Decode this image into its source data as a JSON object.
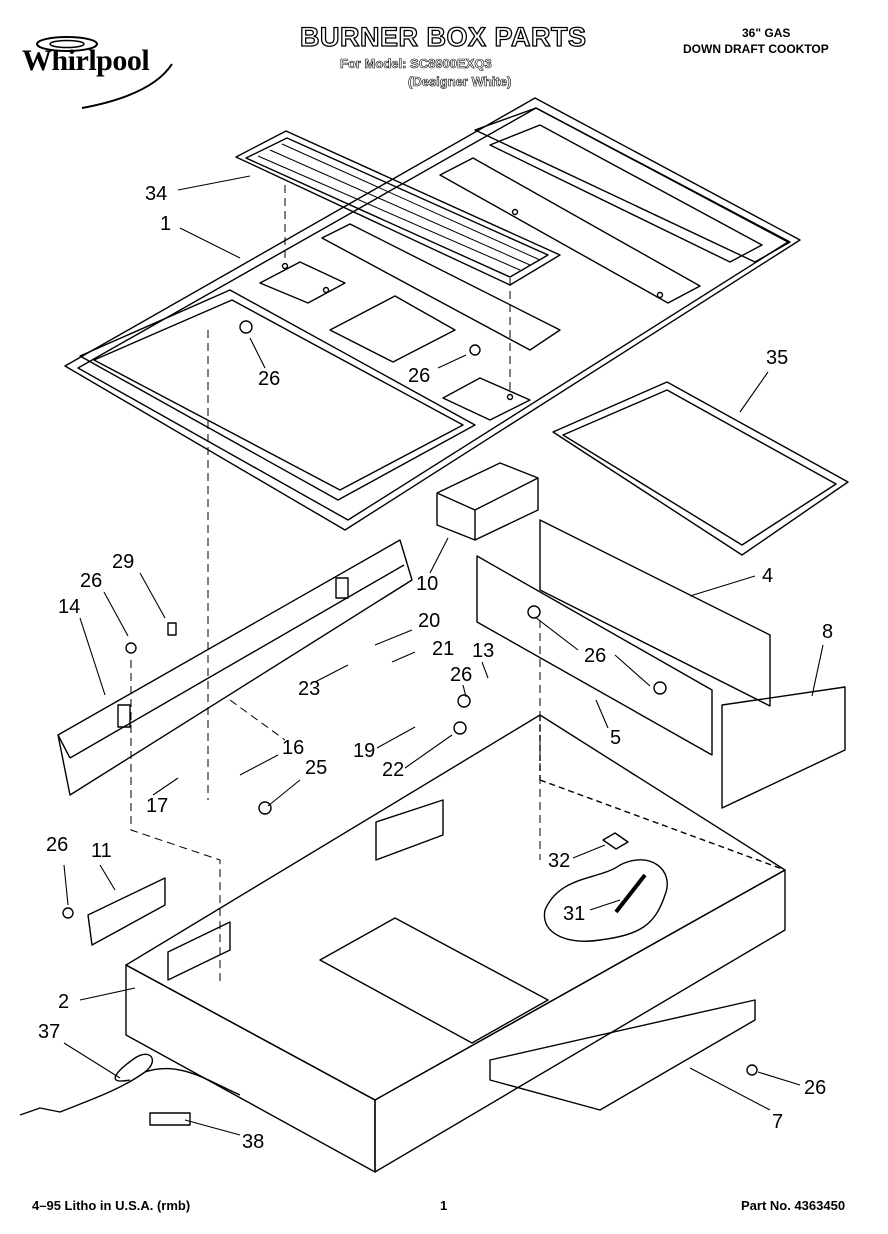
{
  "header": {
    "brand": "Whirlpool",
    "title": "BURNER BOX PARTS",
    "model_line": "For Model: SC8900EXQ3",
    "variant_line": "(Designer White)",
    "size_line": "36\" GAS",
    "product_line": "DOWN DRAFT COOKTOP"
  },
  "callouts": [
    "34",
    "1",
    "26",
    "26",
    "35",
    "10",
    "4",
    "8",
    "29",
    "26",
    "14",
    "20",
    "21",
    "23",
    "13",
    "26",
    "26",
    "5",
    "19",
    "22",
    "16",
    "25",
    "17",
    "26",
    "11",
    "32",
    "31",
    "2",
    "37",
    "26",
    "7",
    "38"
  ],
  "footer": {
    "left": "4–95 Litho in U.S.A. (rmb)",
    "page": "1",
    "part_no": "Part No. 4363450"
  }
}
